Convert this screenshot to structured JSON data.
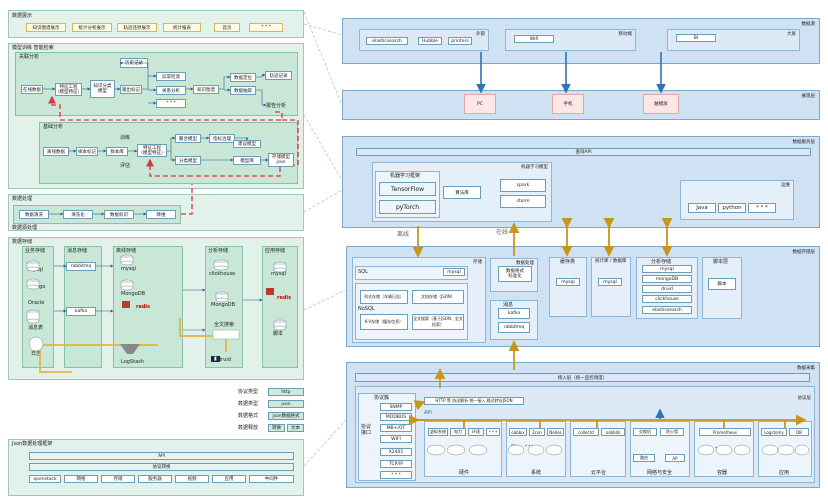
{
  "left": {
    "data_display": {
      "title": "数据展示",
      "buttons": [
        "知识图谱展示",
        "统计分析展示",
        "轨迹还原展示",
        "统计报表",
        "首页",
        "* * *"
      ]
    },
    "model": {
      "title": "模型训练 智能检索",
      "relation": {
        "title": "关联分析",
        "nodes": [
          "在线数据",
          "特征工程\n（模型特征）",
          "知识分类\n模型",
          "输出标记",
          "历史记录",
          "异常检测",
          "关系分析",
          "* * *",
          "知识图谱",
          "数据定位",
          "数据抽取",
          "轨迹记录",
          "报告分析"
        ]
      },
      "behavior": {
        "title": "基础分析",
        "nodes": [
          "离线数据",
          "样本标记",
          "样本库",
          "特征工程\n（模型特征）",
          "聚合模型",
          "分类模型",
          "指标治理",
          "建议模型",
          "存储模型\njson",
          "模型库"
        ],
        "labels": [
          "训练",
          "评估"
        ]
      }
    },
    "processing": {
      "title": "数据处理",
      "footer": "数据源处理",
      "boxes": [
        "数据清洗",
        "清洗化",
        "数据标识",
        "降维"
      ]
    },
    "storage": {
      "title": "数据存储",
      "columns": [
        {
          "title": "业务存储",
          "items": [
            "mysql",
            "mongo",
            "Oracle",
            "消息表",
            "日志"
          ]
        },
        {
          "title": "消息存储",
          "items": [
            "rabbitmq",
            "kafka"
          ]
        },
        {
          "title": "离线存储",
          "items": [
            "mysql",
            "MongoDB",
            "redis",
            "LogStash"
          ]
        },
        {
          "title": "分析存储",
          "items": [
            "clickhouse",
            "MongoDB",
            "全文搜索",
            "elastic",
            "druid"
          ]
        },
        {
          "title": "应用存储",
          "items": [
            "mysql",
            "redis",
            "脚本"
          ]
        }
      ]
    },
    "legend": {
      "rows": [
        {
          "label": "协议类型",
          "value": "http"
        },
        {
          "label": "数据类型",
          "value": "json"
        },
        {
          "label": "数据格式",
          "value": "json数据格式"
        },
        {
          "label": "数据释放",
          "values": [
            "转换",
            "文本"
          ]
        }
      ]
    },
    "bottom": {
      "title": "Json数据处理框架",
      "api": "API",
      "middle": "协议转换",
      "items": [
        "openstack",
        "网络",
        "存储",
        "服务器",
        "视频",
        "应用",
        "中间件"
      ]
    }
  },
  "right": {
    "sources": {
      "title": "数据源",
      "groups": [
        {
          "title": "外部",
          "items": [
            "elasticsearch",
            "Hubble",
            "printers"
          ]
        },
        {
          "title": "移动端",
          "items": [
            "Wifi"
          ]
        },
        {
          "title": "大屏",
          "items": [
            "BI"
          ]
        }
      ]
    },
    "display": {
      "title": "展现层",
      "items": [
        "PC",
        "手机",
        "触摸屏"
      ]
    },
    "service": {
      "title": "数据服务层",
      "query_api": "查询API",
      "model": {
        "title": "机器学习模型",
        "sub": "机器学习框架",
        "items": [
          "TensorFlow",
          "pyTorch",
          "算法库",
          "spark",
          "storm"
        ]
      },
      "ops": {
        "title": "运维",
        "items": [
          "Java",
          "python",
          "* * *"
        ]
      }
    },
    "storage_layer": {
      "title": "数据存储层",
      "offline_label": "离线",
      "online_label": "在线",
      "store": {
        "title": "存储",
        "sql": "SQL",
        "mysql": "mysql",
        "nosql": "NoSQL",
        "items": [
          "列式存储（车辆日志）",
          "文档存储（JSON）",
          "K-V存储（缓存信息）",
          "全文搜索（基于JSON、全文检索）"
        ]
      },
      "cleaning": {
        "title": "数据处理",
        "sub": "数据格式\n标准化"
      },
      "queue": {
        "title": "消息",
        "items": [
          "kafka",
          "rabbitmq"
        ]
      },
      "cache": {
        "title": "缓存类",
        "items": [
          "mysql"
        ]
      },
      "relational": {
        "title": "统计库 / 数据库",
        "items": [
          "mysql"
        ]
      },
      "analytic": {
        "title": "分析存储",
        "items": [
          "mysql",
          "mongoDB",
          "druid",
          "clickhouse",
          "elasticsearch"
        ]
      },
      "script": {
        "title": "脚本层",
        "items": [
          "脚本"
        ]
      }
    },
    "collect": {
      "title": "数据采集",
      "log_bar": "接入层（统一监控调度）",
      "proto_title": "协议层",
      "agreement": "协议簇",
      "unified": "HTTP 等 协议解析 统一接入 格式转化JSON",
      "left_label": "协议\n接口",
      "protocols": [
        "SNMP",
        "MODBUS",
        "MB+/OT",
        "WIFI",
        "X2405",
        "TCP/IP",
        "* * *"
      ],
      "api_label": "API",
      "groups": [
        {
          "title": "硬件",
          "items": [
            "虚拟系统",
            "电力",
            "环境",
            "* * *"
          ]
        },
        {
          "title": "系统",
          "items": [
            "oabbix",
            "Zcon",
            "Nodes",
            "DPI",
            "* * *"
          ]
        },
        {
          "title": "云平台",
          "items": [
            "collectd",
            "oabbits"
          ]
        },
        {
          "title": "网络与安全",
          "items": [
            "交换机",
            "防火墙",
            "路由",
            "AP"
          ]
        },
        {
          "title": "容器",
          "items": [
            "Prometheus",
            "* * *"
          ]
        },
        {
          "title": "应用",
          "items": [
            "Logstomy",
            "DB"
          ]
        }
      ]
    }
  },
  "colors": {
    "blue_arrow": "#2e75b6",
    "gold_arrow": "#c8961e",
    "red_dash": "#d9363e",
    "panel_left": "#e2f1ea",
    "panel_right": "#cfe2f3"
  }
}
